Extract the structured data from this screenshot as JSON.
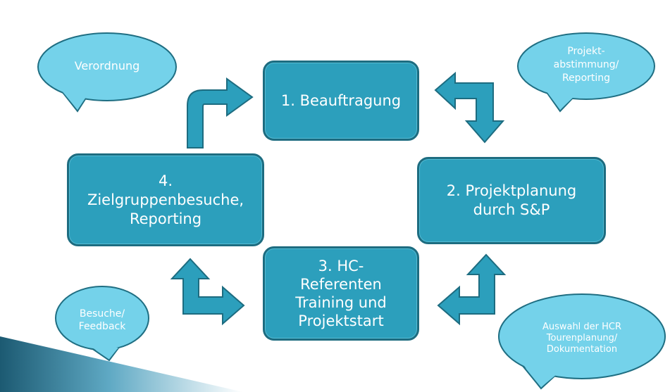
{
  "steps": {
    "s1": {
      "lines": [
        "1. Beauftragung"
      ]
    },
    "s2": {
      "lines": [
        "2. Projektplanung",
        "durch S&P"
      ]
    },
    "s3": {
      "lines": [
        "3. HC-",
        "Referenten",
        "Training und",
        "Projektstart"
      ]
    },
    "s4": {
      "lines": [
        "4.",
        "Zielgruppenbesuche,",
        "Reporting"
      ]
    }
  },
  "bubbles": {
    "b1": {
      "lines": [
        "Verordnung"
      ]
    },
    "b2": {
      "lines": [
        "Projekt-",
        "abstimmung/",
        "Reporting"
      ]
    },
    "b3": {
      "lines": [
        "Besuche/",
        "Feedback"
      ]
    },
    "b4": {
      "lines": [
        "Auswahl der HCR",
        "Tourenplanung/",
        "Dokumentation"
      ]
    }
  },
  "colors": {
    "box_fill": "#2c9fbc",
    "box_border": "#1d6c80",
    "bubble_fill": "#74d2ea",
    "bubble_border": "#1f6e82",
    "arrow_fill": "#2c9fbc"
  }
}
